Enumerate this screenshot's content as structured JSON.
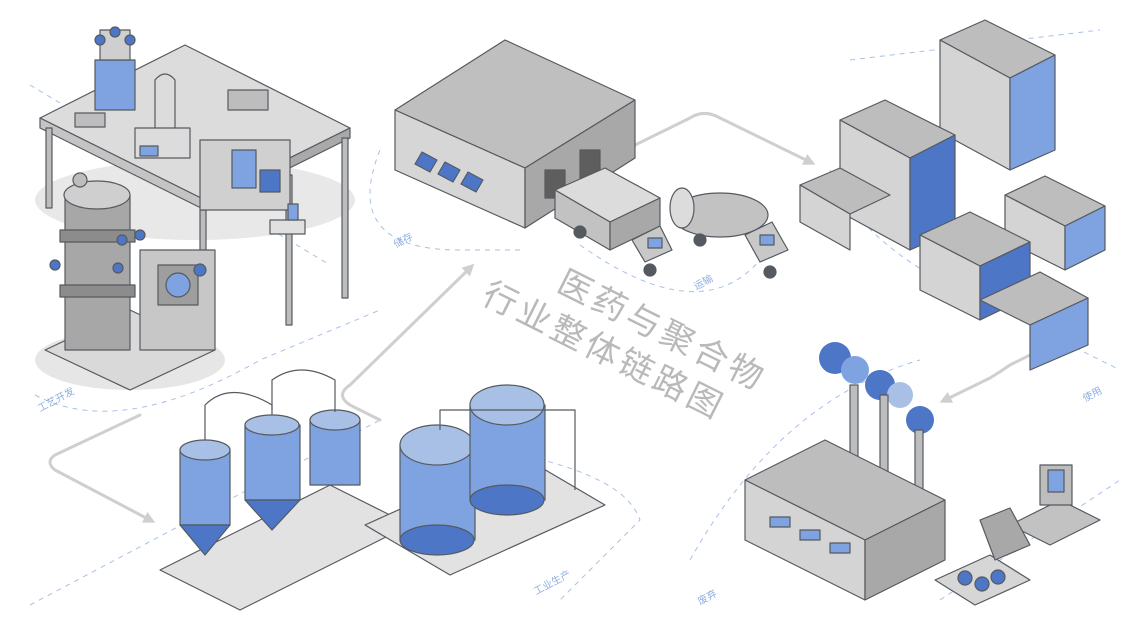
{
  "title": {
    "line1": "医药与聚合物",
    "line2": "行业整体链路图"
  },
  "stages": {
    "process_dev": "工艺开发",
    "storage": "储存",
    "transport": "运输",
    "usage": "使用",
    "industrial": "工业生产",
    "disposal": "废弃"
  },
  "colors": {
    "accent_blue": "#7ea3e0",
    "dark_blue": "#4d76c7",
    "light_gray": "#e4e4e4",
    "mid_gray": "#bdbdbd",
    "outline": "#555a60",
    "flow_arrow": "#cfcfcf"
  }
}
